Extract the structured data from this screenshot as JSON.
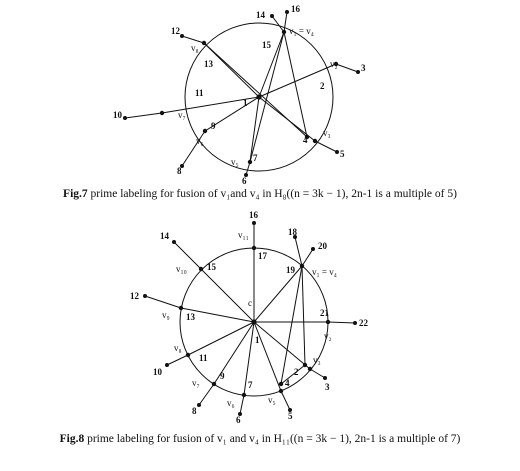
{
  "figure7": {
    "caption_prefix": "Fig.7",
    "caption_text": " prime labeling for fusion of v₁and v₄ in H₈((n = 3k − 1), 2n-1 is a multiple of 5)",
    "vertex_labels": {
      "v1": "v₁ = v₄",
      "v2": "v₂",
      "v3": "v₃",
      "v5": "v₅",
      "v6": "v₆",
      "v7": "v₇",
      "v8": "v₈"
    },
    "edge_labels": [
      "1",
      "2",
      "3",
      "4",
      "5",
      "6",
      "7",
      "8",
      "9",
      "10",
      "11",
      "12",
      "13",
      "14",
      "15",
      "16"
    ]
  },
  "figure8": {
    "caption_prefix": "Fig.8",
    "caption_text": " prime labeling for fusion of v₁ and v₄ in H₁₁((n = 3k − 1), 2n-1 is a multiple of 7)",
    "center_label": "c",
    "vertex_labels": {
      "v1": "v₁ = v₄",
      "v2": "v₂",
      "v3": "v₃",
      "v5": "v₅",
      "v6": "v₆",
      "v7": "v₇",
      "v8": "v₈",
      "v9": "v₉",
      "v10": "v₁₀",
      "v11": "v₁₁"
    },
    "edge_labels": [
      "1",
      "2",
      "3",
      "4",
      "5",
      "6",
      "7",
      "8",
      "9",
      "10",
      "11",
      "12",
      "13",
      "14",
      "15",
      "16",
      "17",
      "18",
      "19",
      "20",
      "21",
      "22"
    ]
  }
}
